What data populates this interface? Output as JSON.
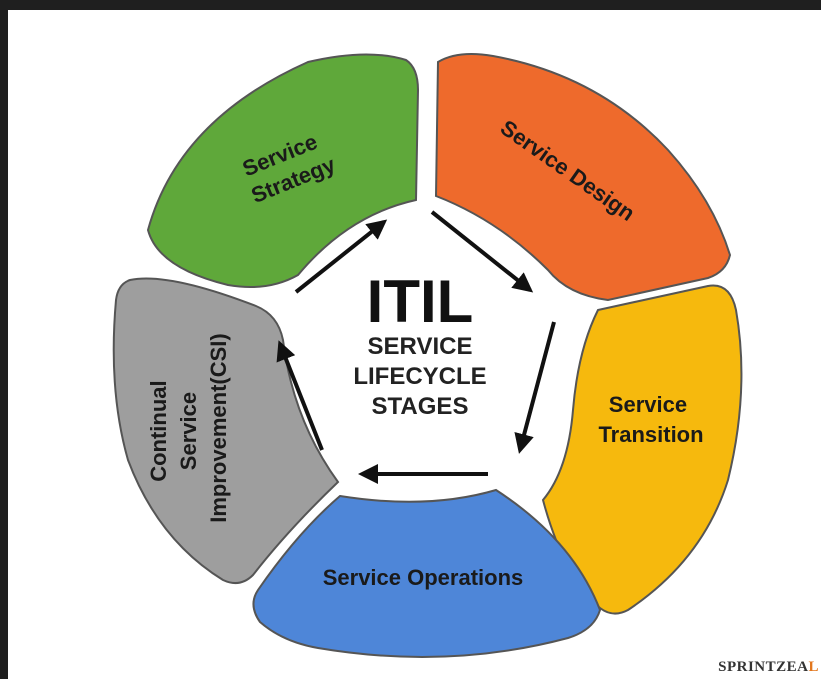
{
  "title": "ITIL",
  "subtitle_lines": [
    "SERVICE",
    "LIFECYCLE",
    "STAGES"
  ],
  "stages": [
    {
      "id": "strategy",
      "lines": [
        "Service",
        "Strategy"
      ],
      "color": "#5fa83a"
    },
    {
      "id": "design",
      "lines": [
        "Service Design"
      ],
      "color": "#ee6a2c"
    },
    {
      "id": "transition",
      "lines": [
        "Service",
        "Transition"
      ],
      "color": "#f6b90d"
    },
    {
      "id": "operations",
      "lines": [
        "Service Operations"
      ],
      "color": "#4e86d8"
    },
    {
      "id": "csi",
      "lines": [
        "Continual",
        "Service",
        "Improvement(CSI)"
      ],
      "color": "#9e9e9e"
    }
  ],
  "watermark": {
    "main": "SPRINTZEA",
    "accent": "L"
  }
}
